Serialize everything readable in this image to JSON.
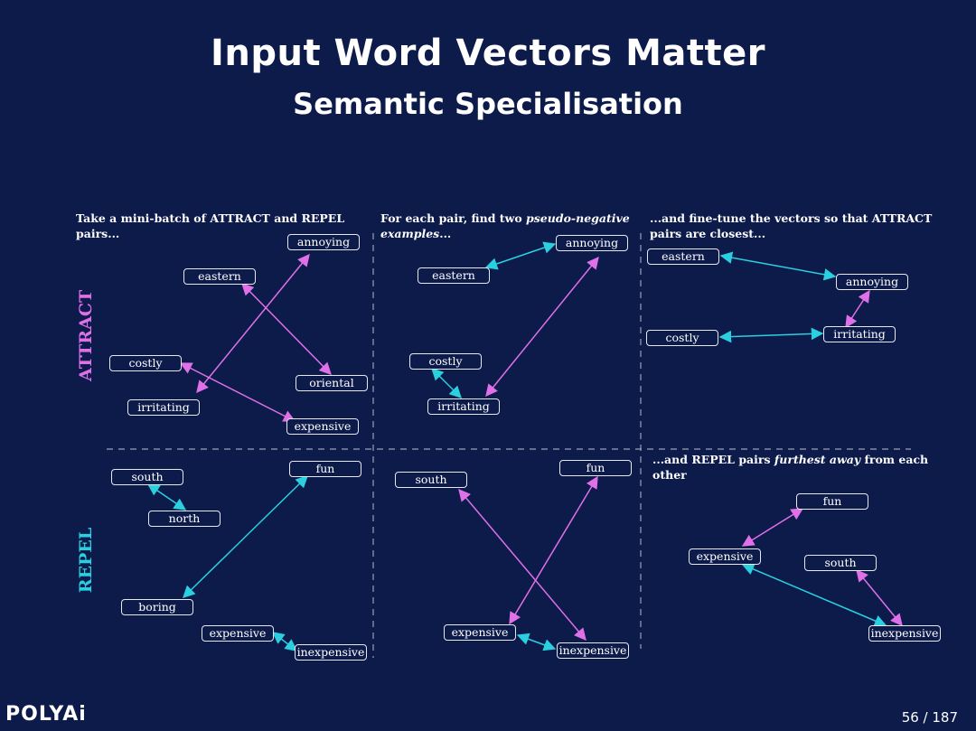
{
  "slide": {
    "title": "Input Word Vectors Matter",
    "subtitle": "Semantic Specialisation",
    "logo": "POLYAi",
    "page": "56 / 187"
  },
  "colors": {
    "background": "#0d1b4b",
    "attract": "#e070e8",
    "repel": "#2ad0e0",
    "text": "#ffffff"
  },
  "captions": {
    "col1": "Take a mini-batch of ATTRACT and REPEL pairs...",
    "col2_prefix": "For each pair, find two ",
    "col2_italic": "pseudo-negative examples",
    "col2_suffix": "...",
    "col3": "...and fine-tune the vectors so that ATTRACT pairs are closest...",
    "col3_repel_prefix": "...and REPEL pairs ",
    "col3_repel_italic": "furthest away",
    "col3_repel_suffix": " from each other"
  },
  "row_labels": {
    "attract": "ATTRACT",
    "repel": "REPEL"
  },
  "words": {
    "p1_annoying": "annoying",
    "p1_eastern": "eastern",
    "p1_costly": "costly",
    "p1_oriental": "oriental",
    "p1_irritating": "irritating",
    "p1_expensive": "expensive",
    "p2_annoying": "annoying",
    "p2_eastern": "eastern",
    "p2_costly": "costly",
    "p2_irritating": "irritating",
    "p3_eastern": "eastern",
    "p3_annoying": "annoying",
    "p3_costly": "costly",
    "p3_irritating": "irritating",
    "p4_south": "south",
    "p4_fun": "fun",
    "p4_north": "north",
    "p4_boring": "boring",
    "p4_expensive": "expensive",
    "p4_inexpensive": "inexpensive",
    "p5_south": "south",
    "p5_fun": "fun",
    "p5_expensive": "expensive",
    "p5_inexpensive": "inexpensive",
    "p6_fun": "fun",
    "p6_expensive": "expensive",
    "p6_south": "south",
    "p6_inexpensive": "inexpensive"
  }
}
